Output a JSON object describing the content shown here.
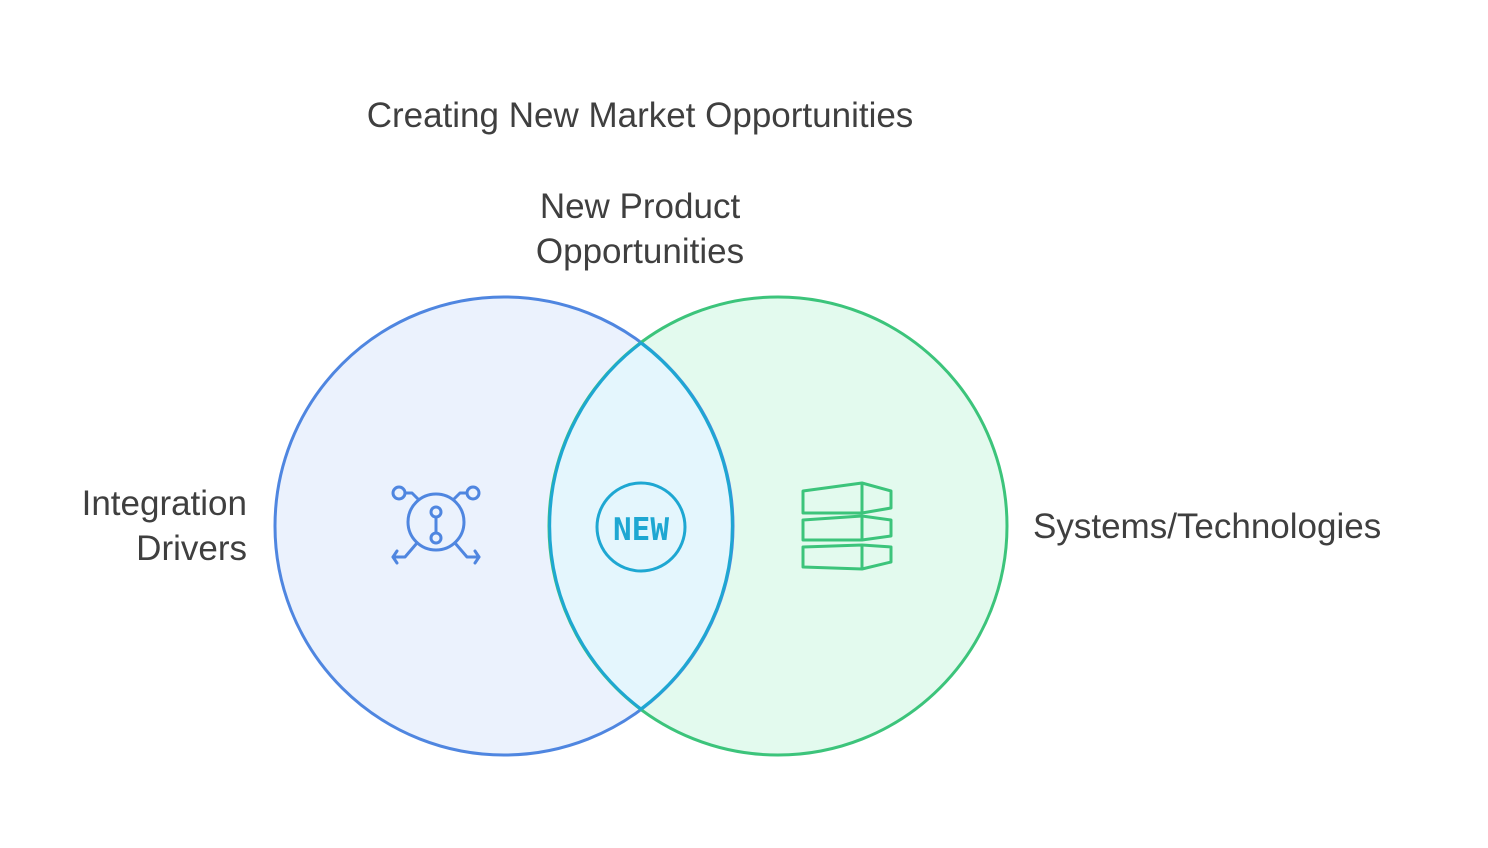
{
  "title": "Creating New Market Opportunities",
  "intersection": {
    "label_line1": "New Product",
    "label_line2": "Opportunities",
    "badge_text": "NEW",
    "icon": "new-badge-icon",
    "color": "#1ea7d2"
  },
  "sets": [
    {
      "label_line1": "Integration",
      "label_line2": "Drivers",
      "icon": "integration-hub-icon",
      "stroke": "#4f86e0",
      "fill": "#ebf2fd"
    },
    {
      "label": "Systems/Technologies",
      "icon": "stacked-layers-icon",
      "stroke": "#3cc47b",
      "fill": "#e3faee"
    }
  ],
  "text_color": "#3f3f3f",
  "overlap_fill": "#e4f6fd"
}
